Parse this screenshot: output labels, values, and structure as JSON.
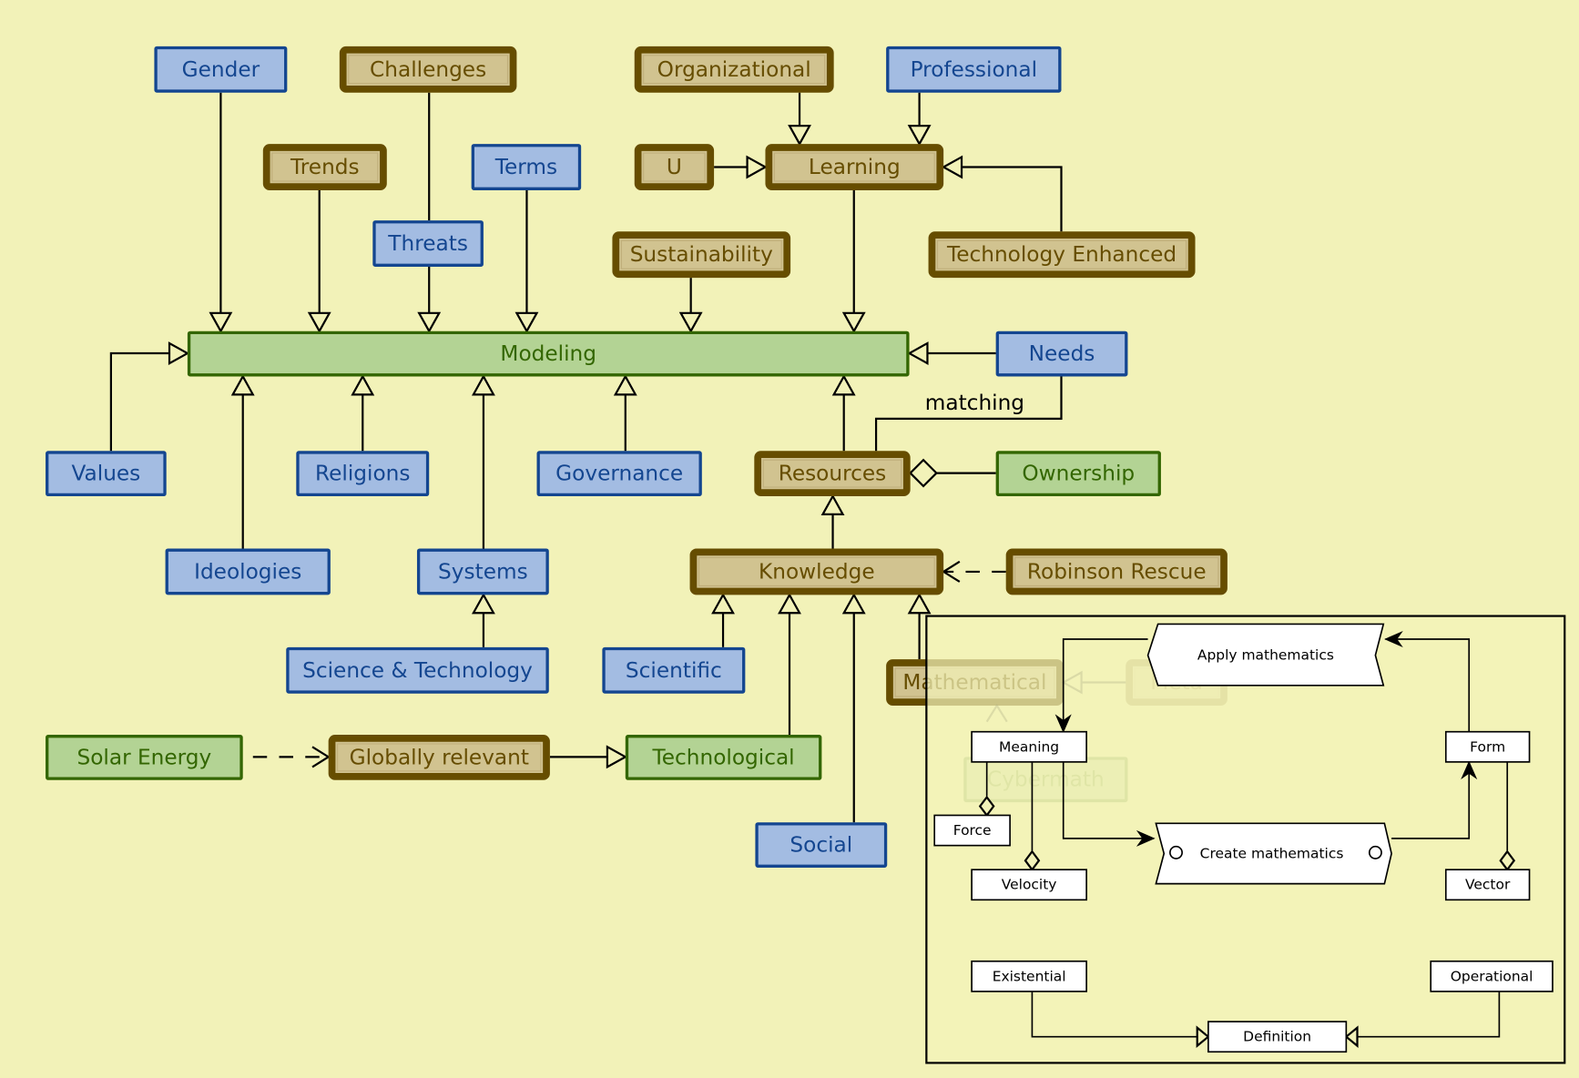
{
  "colors": {
    "background": "#f2f2b8",
    "blue_fill": "#a3bce2",
    "blue_border": "#144690",
    "tan_fill": "#d1c390",
    "tan_border": "#664d00",
    "green_fill": "#b3d394",
    "green_border": "#336600"
  },
  "nodes": {
    "gender": {
      "label": "Gender",
      "style": "blue"
    },
    "challenges": {
      "label": "Challenges",
      "style": "tan"
    },
    "organizational": {
      "label": "Organizational",
      "style": "tan"
    },
    "professional": {
      "label": "Professional",
      "style": "blue"
    },
    "trends": {
      "label": "Trends",
      "style": "tan"
    },
    "terms": {
      "label": "Terms",
      "style": "blue"
    },
    "u": {
      "label": "U",
      "style": "tan"
    },
    "learning": {
      "label": "Learning",
      "style": "tan"
    },
    "threats": {
      "label": "Threats",
      "style": "blue"
    },
    "sustainability": {
      "label": "Sustainability",
      "style": "tan"
    },
    "technology_enhanced": {
      "label": "Technology Enhanced",
      "style": "tan"
    },
    "modeling": {
      "label": "Modeling",
      "style": "green"
    },
    "needs": {
      "label": "Needs",
      "style": "blue"
    },
    "values": {
      "label": "Values",
      "style": "blue"
    },
    "religions": {
      "label": "Religions",
      "style": "blue"
    },
    "governance": {
      "label": "Governance",
      "style": "blue"
    },
    "resources": {
      "label": "Resources",
      "style": "tan"
    },
    "ownership": {
      "label": "Ownership",
      "style": "green"
    },
    "ideologies": {
      "label": "Ideologies",
      "style": "blue"
    },
    "systems": {
      "label": "Systems",
      "style": "blue"
    },
    "knowledge": {
      "label": "Knowledge",
      "style": "tan"
    },
    "robinson_rescue": {
      "label": "Robinson Rescue",
      "style": "tan"
    },
    "science_technology": {
      "label": "Science & Technology",
      "style": "blue"
    },
    "scientific": {
      "label": "Scientific",
      "style": "blue"
    },
    "mathematical": {
      "label": "Mathematical",
      "style": "tan"
    },
    "meta": {
      "label": "Meta",
      "style": "tan-faded"
    },
    "cybermath": {
      "label": "Cybermath",
      "style": "green-faded"
    },
    "solar_energy": {
      "label": "Solar Energy",
      "style": "green"
    },
    "globally_relevant": {
      "label": "Globally relevant",
      "style": "tan"
    },
    "technological": {
      "label": "Technological",
      "style": "green"
    },
    "social": {
      "label": "Social",
      "style": "blue"
    }
  },
  "edge_labels": {
    "matching": "matching"
  },
  "inset": {
    "apply_mathematics": "Apply mathematics",
    "create_mathematics": "Create mathematics",
    "meaning": "Meaning",
    "form": "Form",
    "force": "Force",
    "velocity": "Velocity",
    "vector": "Vector",
    "existential": "Existential",
    "operational": "Operational",
    "definition": "Definition"
  }
}
